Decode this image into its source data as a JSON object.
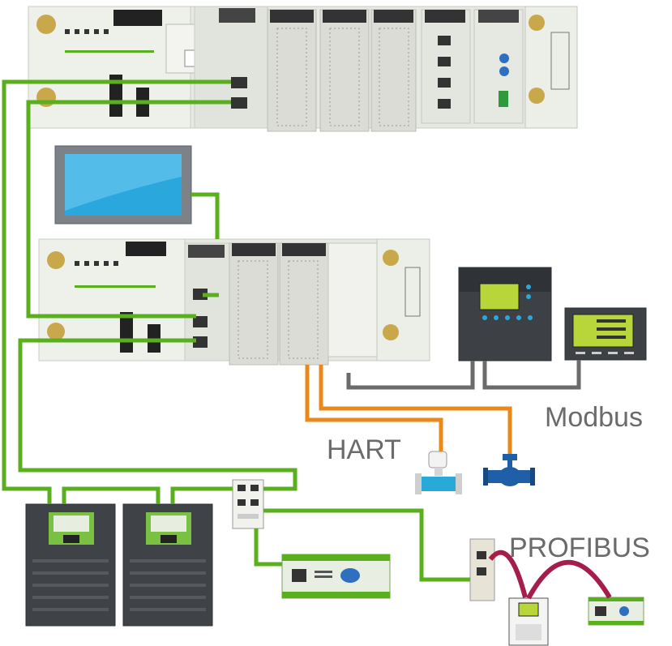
{
  "labels": {
    "hart": "HART",
    "modbus": "Modbus",
    "profibus": "PROFIBUS"
  },
  "colors": {
    "ethernet": "#5aaf1e",
    "hart": "#e8891a",
    "modbus": "#6b6b6b",
    "profibus": "#a51d4b",
    "rack": "#e6e8e2",
    "hmi_screen": "#2aa8de",
    "drive_body": "#3f4347",
    "drive_accent": "#7ac143",
    "valve": "#1f5fa8"
  },
  "icons": [
    "plc-rack-main-icon",
    "plc-rack-remote-icon",
    "hmi-touch-panel-icon",
    "variable-speed-drive-icon",
    "ethernet-switch-icon",
    "io-island-icon",
    "flowmeter-icon",
    "control-valve-icon",
    "power-meter-icon",
    "controller-display-icon",
    "profibus-gateway-icon",
    "profibus-drive-icon",
    "profibus-io-module-icon"
  ]
}
